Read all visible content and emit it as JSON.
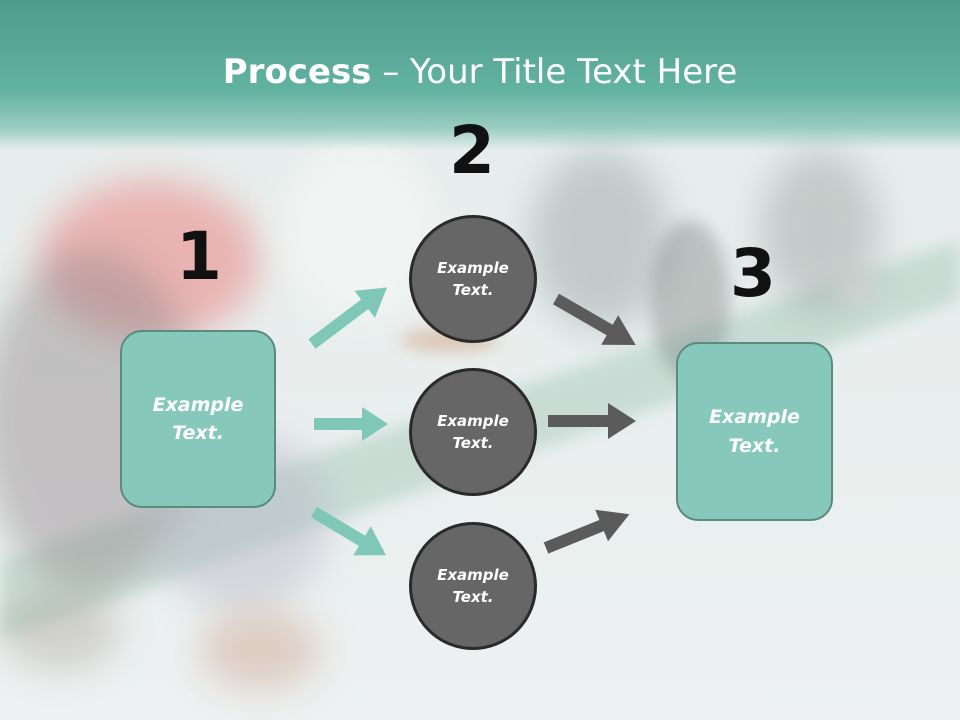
{
  "title": {
    "bold": "Process",
    "rest": " – Your Title Text Here"
  },
  "steps": [
    {
      "number": "1",
      "label_line1": "Example",
      "label_line2": "Text."
    },
    {
      "number": "2"
    },
    {
      "number": "3",
      "label_line1": "Example",
      "label_line2": "Text."
    }
  ],
  "circles": [
    {
      "line1": "Example",
      "line2": "Text."
    },
    {
      "line1": "Example",
      "line2": "Text."
    },
    {
      "line1": "Example",
      "line2": "Text."
    }
  ],
  "colors": {
    "teal_box": "#86c8ba",
    "teal_arrow": "#7fc8b7",
    "gray_circle": "#666666",
    "gray_arrow": "#5b5b5b",
    "title_band": "#5aa897"
  }
}
